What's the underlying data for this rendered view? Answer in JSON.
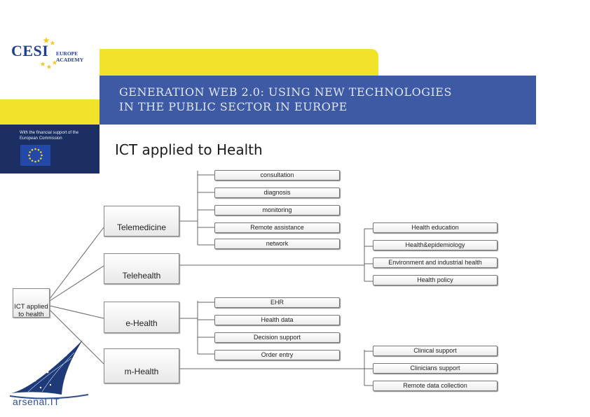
{
  "header": {
    "logo_text": "CESI",
    "logo_subtitle": "EUROPE\nACADEMY",
    "banner_title": "GENERATION WEB 2.0: USING NEW TECHNOLOGIES\nIN THE PUBLIC SECTOR IN EUROPE",
    "support_text": "With the financial support of the European Commission"
  },
  "slide_title": "ICT applied to Health",
  "diagram": {
    "root": "ICT applied\nto health",
    "branches": [
      "Telemedicine",
      "Telehealth",
      "e-Health",
      "m-Health"
    ],
    "telemedicine_items": [
      "consultation",
      "diagnosis",
      "monitoring",
      "Remote assistance",
      "network"
    ],
    "telehealth_items": [
      "Health education",
      "Health&epidemiology",
      "Environment and industrial health",
      "Health policy"
    ],
    "ehealth_items": [
      "EHR",
      "Health data",
      "Decision support",
      "Order entry"
    ],
    "mhealth_items": [
      "Clinical support",
      "Clinicians support",
      "Remote data collection"
    ]
  },
  "footer": {
    "arsenal_logo_text": "arsenàl.IT"
  },
  "colors": {
    "banner_blue": "#3e5aa5",
    "banner_yellow": "#f0e32a",
    "dark_navy": "#1c2f63",
    "logo_blue": "#1f3f8f"
  }
}
